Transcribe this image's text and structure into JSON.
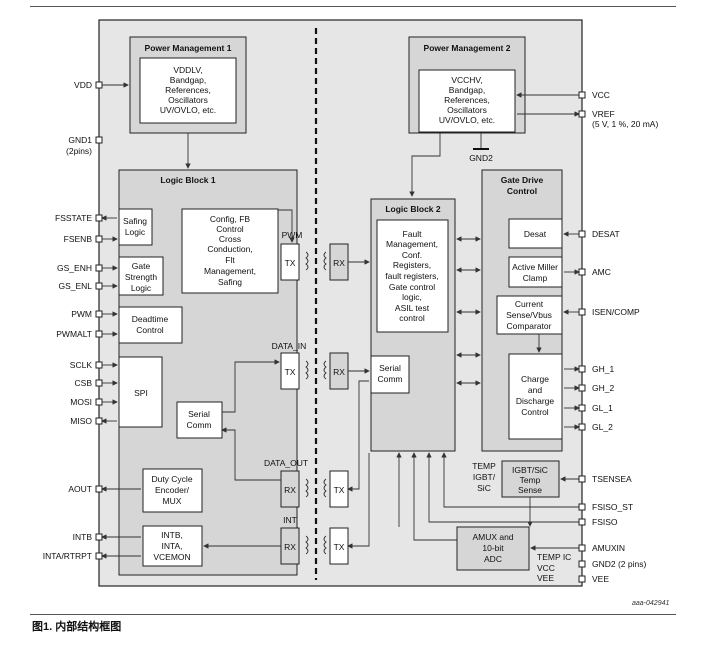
{
  "power1": {
    "title": "Power Management 1",
    "lines": [
      "VDDLV,",
      "Bandgap,",
      "References,",
      "Oscillators",
      "UV/OVLO, etc."
    ]
  },
  "power2": {
    "title": "Power Management 2",
    "lines": [
      "VCCHV,",
      "Bandgap,",
      "References,",
      "Oscillators",
      "UV/OVLO, etc."
    ]
  },
  "logic1": {
    "title": "Logic Block 1",
    "safing": [
      "Safing",
      "Logic"
    ],
    "config": [
      "Config, FB",
      "Control",
      "Cross",
      "Conduction,",
      "Flt",
      "Management,",
      "Safing"
    ],
    "gate_strength": [
      "Gate",
      "Strength",
      "Logic"
    ],
    "deadtime": [
      "Deadtime",
      "Control"
    ],
    "spi": "SPI",
    "serial": [
      "Serial",
      "Comm"
    ],
    "duty": [
      "Duty Cycle",
      "Encoder/",
      "MUX"
    ],
    "intb": [
      "INTB,",
      "INTA,",
      "VCEMON"
    ]
  },
  "logic2": {
    "title": "Logic Block 2",
    "fault": [
      "Fault",
      "Management,",
      "Conf.",
      "Registers,",
      "fault registers,",
      "Gate control",
      "logic,",
      "ASIL test",
      "control"
    ],
    "serial": [
      "Serial",
      "Comm"
    ]
  },
  "gate_drive": {
    "title": [
      "Gate Drive",
      "Control"
    ],
    "desat": "Desat",
    "amc": [
      "Active Miller",
      "Clamp"
    ],
    "current": [
      "Current",
      "Sense/Vbus",
      "Comparator"
    ],
    "charge": [
      "Charge",
      "and",
      "Discharge",
      "Control"
    ]
  },
  "temp_sense": [
    "IGBT/SiC",
    "Temp",
    "Sense"
  ],
  "temp_label": [
    "TEMP",
    "IGBT/",
    "SiC"
  ],
  "amux": [
    "AMUX and",
    "10-bit",
    "ADC"
  ],
  "amux_inputs": [
    "TEMP IC",
    "VCC",
    "VEE"
  ],
  "isolation": {
    "pwm": "PWM",
    "data_in": "DATA_IN",
    "data_out": "DATA_OUT",
    "int": "INT",
    "tx": "TX",
    "rx": "RX"
  },
  "left_pins": [
    "VDD",
    "GND1",
    "(2pins)",
    "FSSTATE",
    "FSENB",
    "GS_ENH",
    "GS_ENL",
    "PWM",
    "PWMALT",
    "SCLK",
    "CSB",
    "MOSI",
    "MISO",
    "AOUT",
    "INTB",
    "INTA/RTRPT"
  ],
  "right_pins": [
    "VCC",
    "VREF",
    "(5 V, 1 %, 20 mA)",
    "DESAT",
    "AMC",
    "ISEN/COMP",
    "GH_1",
    "GH_2",
    "GL_1",
    "GL_2",
    "TSENSEA",
    "FSISO_ST",
    "FSISO",
    "AMUXIN",
    "GND2 (2 pins)",
    "VEE"
  ],
  "gnd2": "GND2",
  "figure_id": "aaa-042941",
  "caption": "图1. 内部结构框图"
}
